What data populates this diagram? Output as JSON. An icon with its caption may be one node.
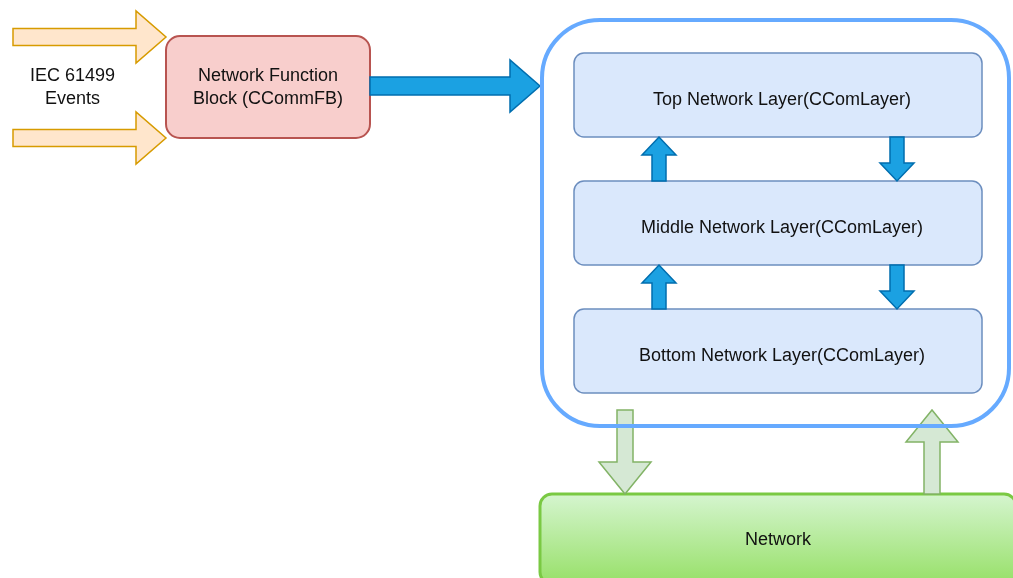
{
  "diagram": {
    "nodes": [
      {
        "text": [
          "Network Function Block (CCommFB)"
        ]
      },
      {
        "text": [],
        "shape": "box"
      },
      {
        "text": [
          "Top Network Layer(CComLayer)"
        ],
        "in": 1
      },
      {
        "text": [
          "Middle Network Layer(CComLayer)"
        ],
        "in": 1
      },
      {
        "text": [
          "Bottom Network Layer(CComLayer)"
        ],
        "in": 1
      },
      {
        "text": [
          "Network"
        ]
      }
    ],
    "edges": [
      {
        "from": null,
        "to": 0,
        "arrow": "to",
        "style": "thick",
        "color": "#d79b00"
      },
      {
        "from": null,
        "to": 0,
        "arrow": "to",
        "style": "thick",
        "color": "#d79b00"
      },
      {
        "from": 0,
        "to": 1,
        "arrow": "to",
        "style": "thick"
      },
      {
        "from": 3,
        "to": 2,
        "arrow": "to",
        "style": "thick"
      },
      {
        "from": 2,
        "to": 3,
        "arrow": "to",
        "style": "thick"
      },
      {
        "from": 4,
        "to": 3,
        "arrow": "to",
        "style": "thick"
      },
      {
        "from": 3,
        "to": 4,
        "arrow": "to",
        "style": "thick"
      },
      {
        "from": 1,
        "to": 5,
        "arrow": "to",
        "style": "thick",
        "color": "#82b366"
      },
      {
        "from": 5,
        "to": 1,
        "arrow": "to",
        "style": "thick",
        "color": "#82b366"
      }
    ],
    "labels": [
      "IEC 61499 Events"
    ]
  }
}
